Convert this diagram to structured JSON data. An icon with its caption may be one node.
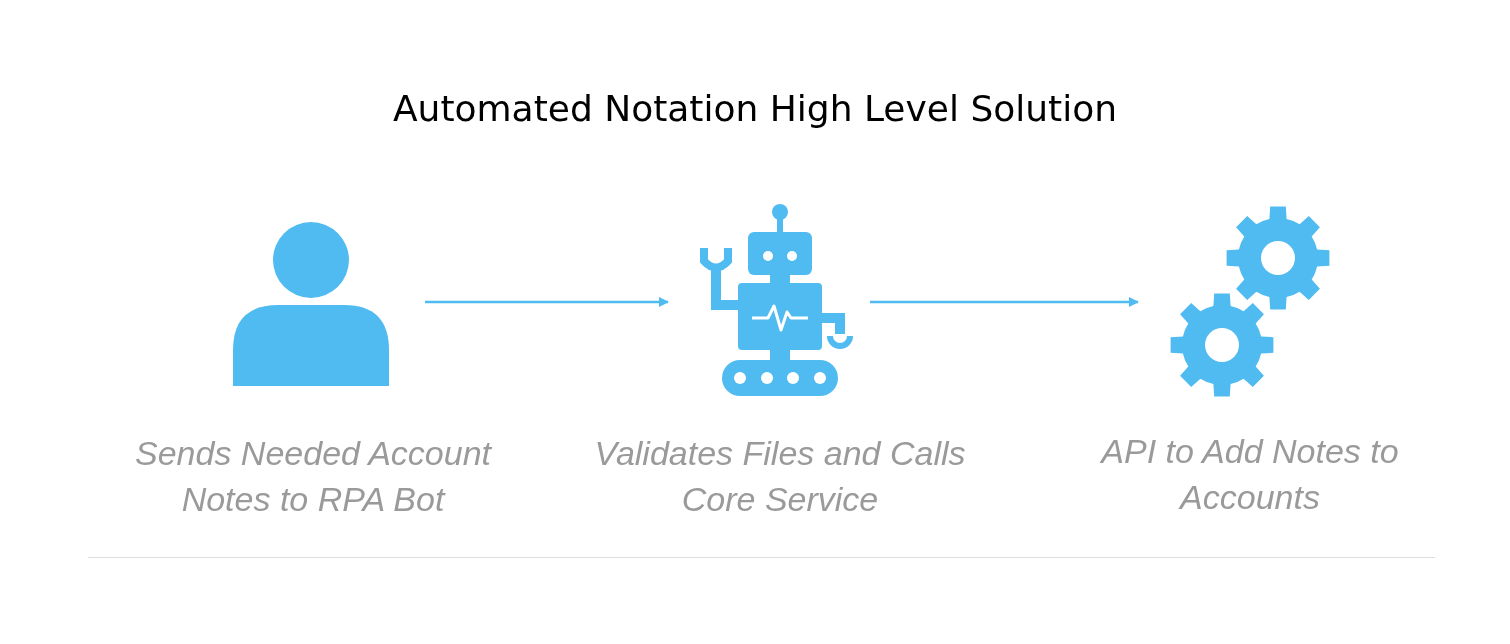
{
  "diagram": {
    "title": "Automated Notation High Level Solution",
    "nodes": [
      {
        "text": [],
        "shape": "person",
        "beside": [
          "Sends Needed Account Notes to RPA Bot"
        ]
      },
      {
        "text": [],
        "shape": "picture",
        "beside": [
          "Validates Files and Calls Core Service"
        ]
      },
      {
        "text": [],
        "shape": "picture",
        "beside": [
          "API to Add Notes to Accounts"
        ]
      }
    ],
    "edges": [
      {
        "from": 0,
        "to": 1,
        "arrow": "to"
      },
      {
        "from": 1,
        "to": 2,
        "arrow": "to"
      }
    ]
  }
}
